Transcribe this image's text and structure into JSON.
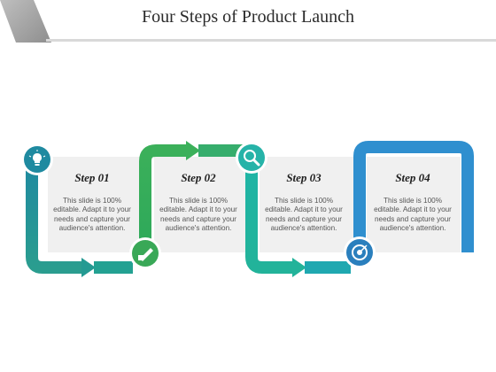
{
  "slide": {
    "title": "Four Steps of Product Launch"
  },
  "colors": {
    "teal": "#2a9d8f",
    "green": "#39a857",
    "cyan": "#26b3a8",
    "blue": "#2f8fcf",
    "card": "#f0f0f0"
  },
  "steps": [
    {
      "title": "Step 01",
      "text": "This slide is 100% editable. Adapt it to your needs and capture your audience's attention.",
      "icon": "lightbulb-icon"
    },
    {
      "title": "Step 02",
      "text": "This slide is 100% editable. Adapt it to your needs and capture your audience's attention.",
      "icon": "pen-edit-icon"
    },
    {
      "title": "Step 03",
      "text": "This slide is 100% editable. Adapt it to your needs and capture your audience's attention.",
      "icon": "magnifier-icon"
    },
    {
      "title": "Step 04",
      "text": "This slide is 100% editable. Adapt it to your needs and capture your audience's attention.",
      "icon": "target-icon"
    }
  ]
}
